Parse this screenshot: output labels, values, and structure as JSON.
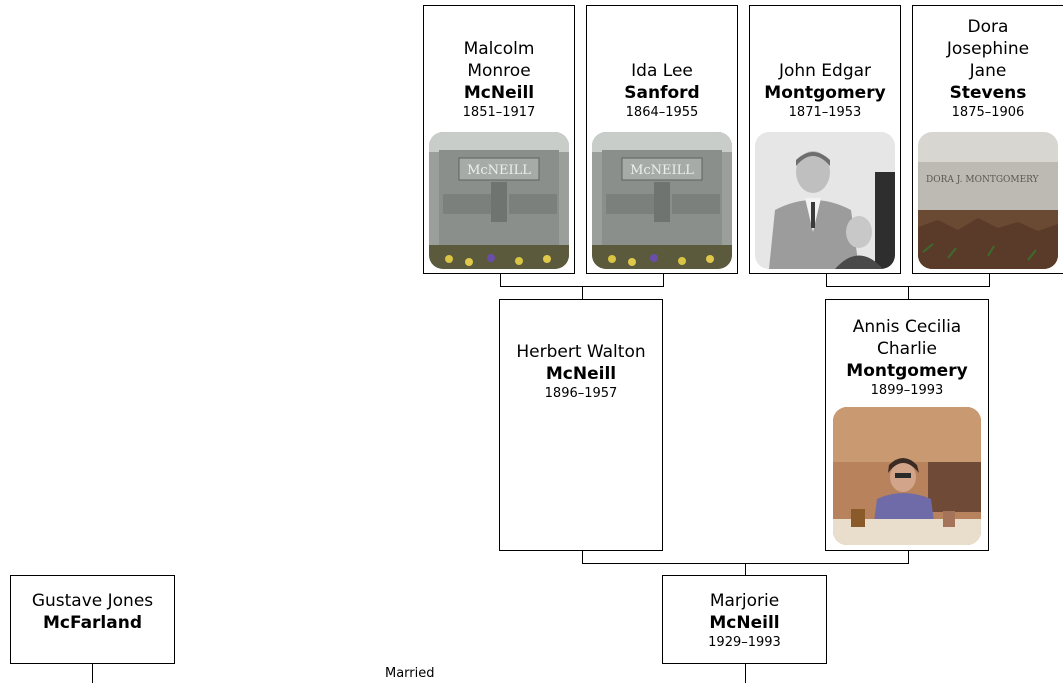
{
  "people": {
    "malcolm": {
      "given": "Malcolm Monroe",
      "surname": "McNeill",
      "dates": "1851–1917",
      "photo": "gravestone-photo",
      "photo_text": "McNEILL"
    },
    "ida": {
      "given": "Ida Lee",
      "surname": "Sanford",
      "dates": "1864–1955",
      "photo": "gravestone-photo",
      "photo_text": "McNEILL"
    },
    "john": {
      "given": "John Edgar",
      "surname": "Montgomery",
      "dates": "1871–1953",
      "photo": "portrait-photo"
    },
    "dora": {
      "given": "Dora Josephine Jane",
      "surname": "Stevens",
      "dates": "1875–1906",
      "photo": "gravestone-photo",
      "photo_text": "DORA J. MONTGOMERY"
    },
    "herbert": {
      "given": "Herbert Walton",
      "surname": "McNeill",
      "dates": "1896–1957"
    },
    "annis": {
      "given": "Annis Cecilia Charlie",
      "surname": "Montgomery",
      "dates": "1899–1993",
      "photo": "portrait-photo"
    },
    "gustave": {
      "given": "Gustave Jones",
      "surname": "McFarland"
    },
    "marjorie": {
      "given": "Marjorie",
      "surname": "McNeill",
      "dates": "1929–1993"
    }
  },
  "labels": {
    "married": "Married"
  },
  "colors": {
    "border": "#000000",
    "background": "#ffffff",
    "stone": "#8a8f8c",
    "sepia": "#b07a52"
  }
}
